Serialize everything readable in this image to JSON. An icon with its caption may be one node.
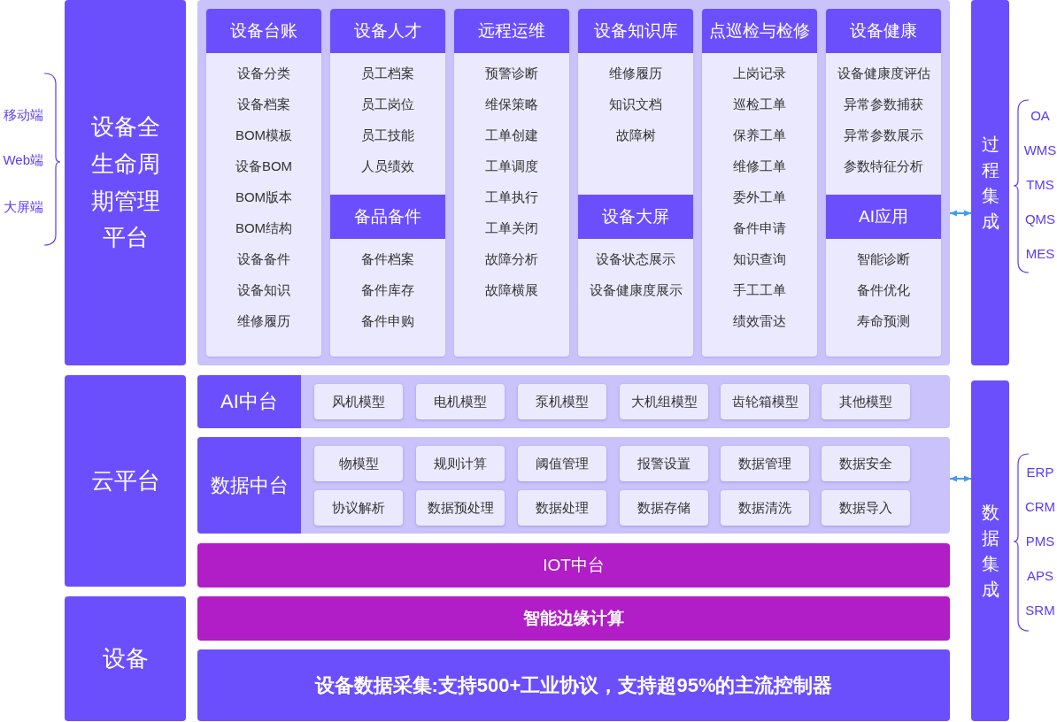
{
  "diagram": {
    "nodes": [
      {
        "text": [
          "设备全生命周期管理平台"
        ]
      },
      {
        "text": [
          "云平台"
        ]
      },
      {
        "text": [
          "设备"
        ]
      },
      {
        "text": [],
        "shape": "box"
      },
      {
        "text": [
          "设备台账",
          "设备分类",
          "设备档案",
          "BOM模板",
          "设备BOM",
          "BOM版本",
          "BOM结构",
          "设备备件",
          "设备知识",
          "维修履历"
        ],
        "in": 3
      },
      {
        "text": [
          "设备人才",
          "员工档案",
          "员工岗位",
          "员工技能",
          "人员绩效"
        ],
        "in": 3
      },
      {
        "text": [
          "备品备件",
          "备件档案",
          "备件库存",
          "备件申购"
        ],
        "in": 3
      },
      {
        "text": [
          "远程运维",
          "预警诊断",
          "维保策略",
          "工单创建",
          "工单调度",
          "工单执行",
          "工单关闭",
          "故障分析",
          "故障横展"
        ],
        "in": 3
      },
      {
        "text": [
          "设备知识库",
          "维修履历",
          "知识文档",
          "故障树"
        ],
        "in": 3
      },
      {
        "text": [
          "设备大屏",
          "设备状态展示",
          "设备健康度展示"
        ],
        "in": 3
      },
      {
        "text": [
          "点巡检与检修",
          "上岗记录",
          "巡检工单",
          "保养工单",
          "维修工单",
          "委外工单",
          "备件申请",
          "知识查询",
          "手工工单",
          "绩效雷达"
        ],
        "in": 3
      },
      {
        "text": [
          "设备健康",
          "设备健康度评估",
          "异常参数捕获",
          "异常参数展示",
          "参数特征分析"
        ],
        "in": 3
      },
      {
        "text": [
          "AI应用",
          "智能诊断",
          "备件优化",
          "寿命预测"
        ],
        "in": 3
      },
      {
        "text": [
          "过程集成"
        ]
      },
      {
        "text": [
          "AI中台"
        ]
      },
      {
        "text": [
          "风机模型"
        ],
        "in": 14
      },
      {
        "text": [
          "电机模型"
        ],
        "in": 14
      },
      {
        "text": [
          "泵机模型"
        ],
        "in": 14
      },
      {
        "text": [
          "大机组模型"
        ],
        "in": 14
      },
      {
        "text": [
          "齿轮箱模型"
        ],
        "in": 14
      },
      {
        "text": [
          "其他模型"
        ],
        "in": 14
      },
      {
        "text": [
          "数据中台"
        ]
      },
      {
        "text": [
          "物模型"
        ],
        "in": 21
      },
      {
        "text": [
          "规则计算"
        ],
        "in": 21
      },
      {
        "text": [
          "阈值管理"
        ],
        "in": 21
      },
      {
        "text": [
          "报警设置"
        ],
        "in": 21
      },
      {
        "text": [
          "数据管理"
        ],
        "in": 21
      },
      {
        "text": [
          "数据安全"
        ],
        "in": 21
      },
      {
        "text": [
          "协议解析"
        ],
        "in": 21
      },
      {
        "text": [
          "数据预处理"
        ],
        "in": 21
      },
      {
        "text": [
          "数据处理"
        ],
        "in": 21
      },
      {
        "text": [
          "数据存储"
        ],
        "in": 21
      },
      {
        "text": [
          "数据清洗"
        ],
        "in": 21
      },
      {
        "text": [
          "数据导入"
        ],
        "in": 21
      },
      {
        "text": [
          "IOT中台"
        ]
      },
      {
        "text": [
          "智能边缘计算"
        ]
      },
      {
        "text": [
          "设备数据采集:支持500+工业协议，支持超95%的主流控制器"
        ]
      },
      {
        "text": [
          "数据集成"
        ]
      }
    ],
    "edges": [
      {
        "from": 3,
        "to": 13,
        "arrow": "both"
      },
      {
        "from": 21,
        "to": 37,
        "arrow": "both"
      }
    ],
    "labels": [
      "移动端",
      "Web端",
      "大屏端",
      "OA",
      "WMS",
      "TMS",
      "QMS",
      "MES",
      "ERP",
      "CRM",
      "PMS",
      "APS",
      "SRM"
    ]
  }
}
